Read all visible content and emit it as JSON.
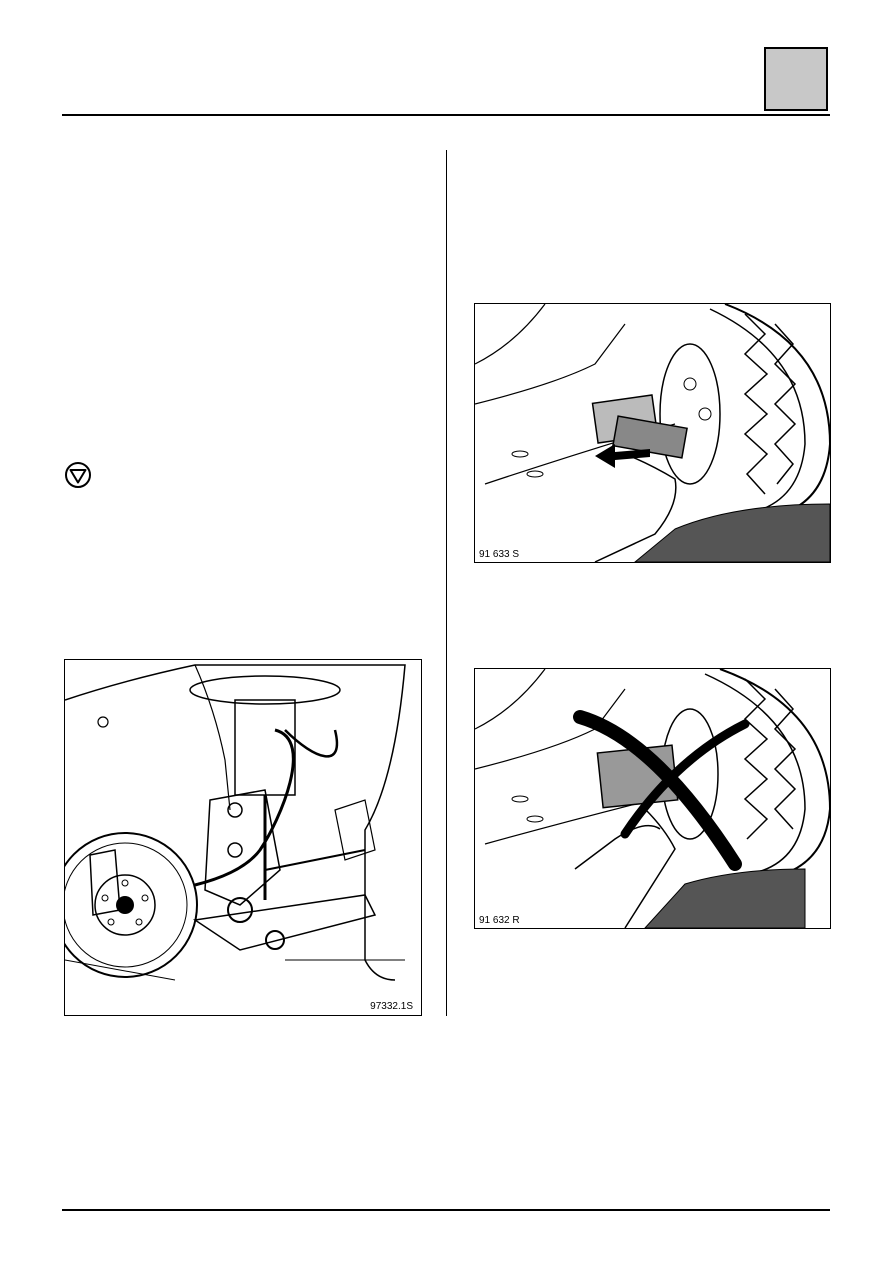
{
  "figures": {
    "left_bottom": {
      "caption": "97332.1S"
    },
    "right_top": {
      "caption": "91 633 S"
    },
    "right_bottom": {
      "caption": "91 632 R"
    }
  },
  "icons": {
    "warning": "inverted-triangle-in-circle-icon"
  }
}
